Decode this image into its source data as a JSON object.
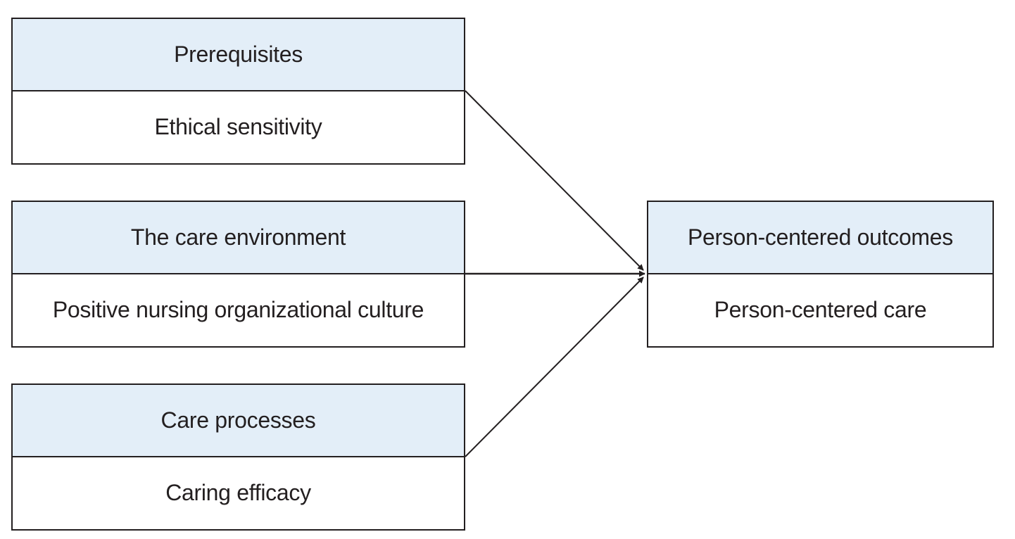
{
  "diagram": {
    "inputs": [
      {
        "header": "Prerequisites",
        "content": "Ethical sensitivity"
      },
      {
        "header": "The care environment",
        "content": "Positive nursing organizational culture"
      },
      {
        "header": "Care processes",
        "content": "Caring efficacy"
      }
    ],
    "output": {
      "header": "Person-centered outcomes",
      "content": "Person-centered care"
    },
    "edges": [
      {
        "from": "Ethical sensitivity",
        "to": "Person-centered outcomes"
      },
      {
        "from": "Positive nursing organizational culture",
        "to": "Person-centered outcomes"
      },
      {
        "from": "Caring efficacy",
        "to": "Person-centered outcomes"
      }
    ],
    "colors": {
      "header_fill": "#e3eef8",
      "stroke": "#231f20",
      "background": "#ffffff"
    }
  }
}
